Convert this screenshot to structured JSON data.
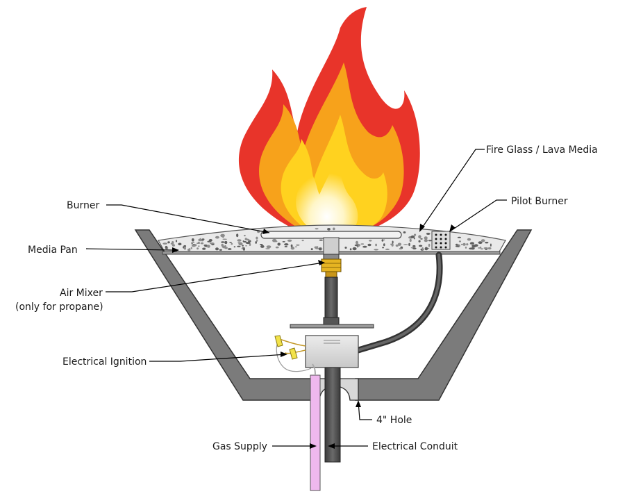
{
  "labels": {
    "burner": "Burner",
    "media_pan": "Media Pan",
    "air_mixer_line1": "Air Mixer",
    "air_mixer_line2": "(only for propane)",
    "electrical_ignition": "Electrical Ignition",
    "fire_glass": "Fire Glass / Lava Media",
    "pilot_burner": "Pilot Burner",
    "hole": "4\" Hole",
    "gas_supply": "Gas Supply",
    "electrical_conduit": "Electrical Conduit"
  },
  "colors": {
    "bowl": "#7b7b7b",
    "bowl_outline": "#333333",
    "flame_outer": "#e8342a",
    "flame_mid": "#f7a21b",
    "flame_inner": "#ffd21f",
    "flame_core": "#fff6c8",
    "gas_pipe": "#efb8ee",
    "brass": "#e6b422"
  }
}
